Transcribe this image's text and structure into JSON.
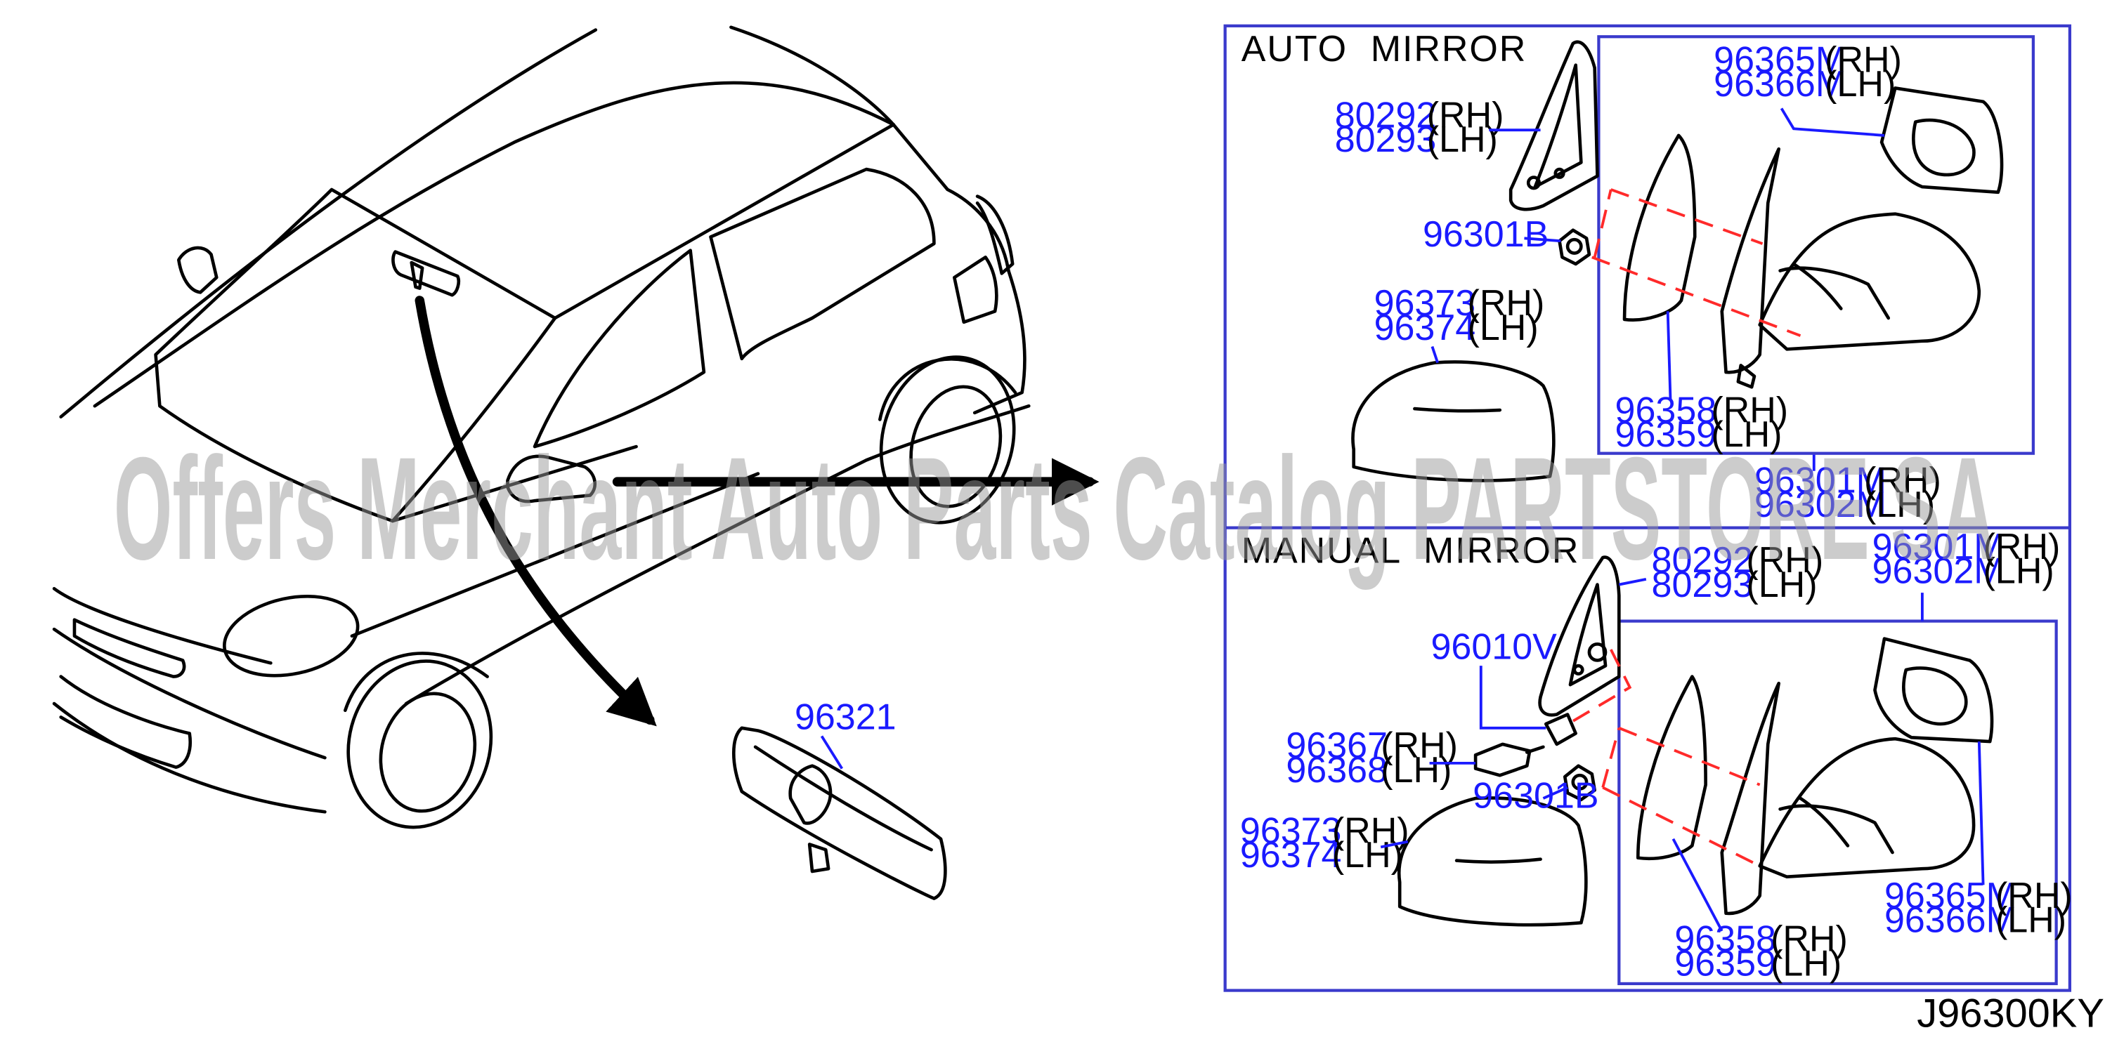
{
  "diagram": {
    "auto_title": "AUTO  MIRROR",
    "manual_title": "MANUAL  MIRROR",
    "watermark": "Offers Merchant Auto Parts Catalog PARTSTORE SA",
    "drawing_code": "J96300KY",
    "interior_mirror": "96321",
    "auto": {
      "base_rh": "80292",
      "base_lh": "80293",
      "nut": "96301B",
      "cover_rh": "96373",
      "cover_lh": "96374",
      "glass_rh": "96365M",
      "glass_lh": "96366M",
      "body_rh": "96358",
      "body_lh": "96359",
      "assy_rh": "96301M",
      "assy_lh": "96302M"
    },
    "manual": {
      "assy_rh": "96301M",
      "assy_lh": "96302M",
      "base_rh": "80292",
      "base_lh": "80293",
      "grommet": "96010V",
      "knob_rh": "96367",
      "knob_lh": "96368",
      "nut": "96301B",
      "cover_rh": "96373",
      "cover_lh": "96374",
      "glass_rh": "96365M",
      "glass_lh": "96366M",
      "body_rh": "96358",
      "body_lh": "96359"
    },
    "rh": "(RH)",
    "lh": "(LH)"
  }
}
